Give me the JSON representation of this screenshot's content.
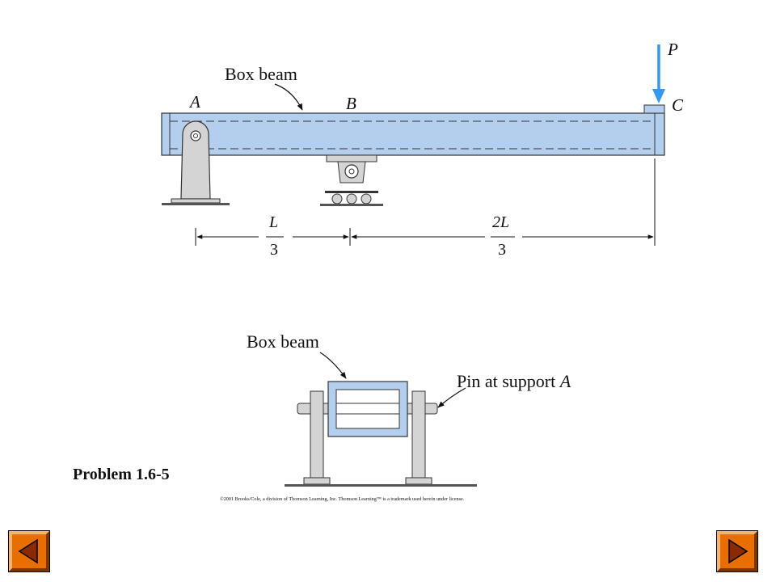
{
  "diagram": {
    "side_view": {
      "box_beam_label": "Box beam",
      "point_a": "A",
      "point_b": "B",
      "point_c": "C",
      "load": "P",
      "dim1_num": "L",
      "dim1_den": "3",
      "dim2_num": "2L",
      "dim2_den": "3"
    },
    "end_view": {
      "box_beam_label": "Box beam",
      "pin_label_prefix": "Pin at support ",
      "pin_label_point": "A"
    },
    "colors": {
      "beam_fill": "#b4cfee",
      "arrow_load": "#3399ee",
      "support_fill": "#d4d4d4"
    }
  },
  "problem_title": "Problem 1.6-5",
  "copyright": "©2001 Brooks/Cole, a division of Thomson Learning, Inc.  Thomson Learning™ is a trademark used herein under license.",
  "navigation": {
    "prev_icon": "triangle-left-icon",
    "next_icon": "triangle-right-icon",
    "button_color": "#e86e00"
  }
}
